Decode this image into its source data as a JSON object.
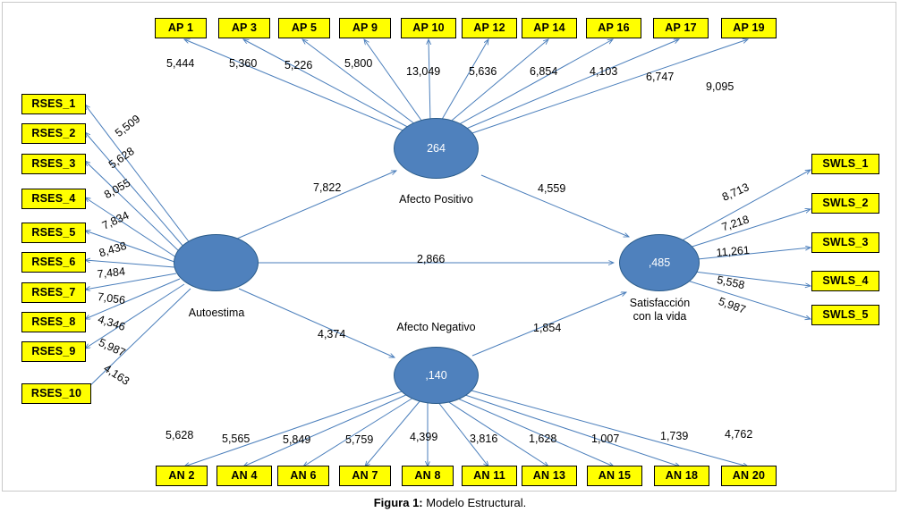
{
  "caption": {
    "prefix": "Figura 1:",
    "text": " Modelo Estructural."
  },
  "colors": {
    "box_fill": "#ffff00",
    "ellipse_fill": "#4f81bd",
    "arrow": "#4a7ebb",
    "border": "#000000"
  },
  "latents": [
    {
      "id": "afecto-positivo",
      "value": "264",
      "label": "Afecto Positivo"
    },
    {
      "id": "autoestima",
      "value": "",
      "label": "Autoestima"
    },
    {
      "id": "afecto-negativo",
      "value": ",140",
      "label": "Afecto Negativo"
    },
    {
      "id": "satisfaccion",
      "value": ",485",
      "label": "Satisfacción\ncon la vida"
    },
    {
      "id": "satisfaccion-line1",
      "value": "Satisfacción"
    },
    {
      "id": "satisfaccion-line2",
      "value": "con la vida"
    }
  ],
  "indicators": {
    "ap": [
      {
        "label": "AP 1",
        "weight": "5,444"
      },
      {
        "label": "AP 3",
        "weight": "5,360"
      },
      {
        "label": "AP 5",
        "weight": "5,226"
      },
      {
        "label": "AP 9",
        "weight": "5,800"
      },
      {
        "label": "AP 10",
        "weight": "13,049"
      },
      {
        "label": "AP 12",
        "weight": "5,636"
      },
      {
        "label": "AP 14",
        "weight": "6,854"
      },
      {
        "label": "AP 16",
        "weight": "4,103"
      },
      {
        "label": "AP 17",
        "weight": "6,747"
      },
      {
        "label": "AP 19",
        "weight": "9,095"
      }
    ],
    "rses": [
      {
        "label": "RSES_1",
        "weight": "5,509"
      },
      {
        "label": "RSES_2",
        "weight": "5,628"
      },
      {
        "label": "RSES_3",
        "weight": "8,055"
      },
      {
        "label": "RSES_4",
        "weight": "7,834"
      },
      {
        "label": "RSES_5",
        "weight": "8,438"
      },
      {
        "label": "RSES_6",
        "weight": "7,484"
      },
      {
        "label": "RSES_7",
        "weight": "7,056"
      },
      {
        "label": "RSES_8",
        "weight": "4,346"
      },
      {
        "label": "RSES_9",
        "weight": "5,987"
      },
      {
        "label": "RSES_10",
        "weight": "4,163"
      }
    ],
    "an": [
      {
        "label": "AN 2",
        "weight": "5,628"
      },
      {
        "label": "AN  4",
        "weight": "5,565"
      },
      {
        "label": "AN 6",
        "weight": "5,849"
      },
      {
        "label": "AN 7",
        "weight": "5,759"
      },
      {
        "label": "AN 8",
        "weight": "4,399"
      },
      {
        "label": "AN 11",
        "weight": "3,816"
      },
      {
        "label": "AN 13",
        "weight": "1,628"
      },
      {
        "label": "AN 15",
        "weight": "1,007"
      },
      {
        "label": "AN 18",
        "weight": "1,739"
      },
      {
        "label": "AN 20",
        "weight": "4,762"
      }
    ],
    "swls": [
      {
        "label": "SWLS_1",
        "weight": "8,713"
      },
      {
        "label": "SWLS_2",
        "weight": "7,218"
      },
      {
        "label": "SWLS_3",
        "weight": "11,261"
      },
      {
        "label": "SWLS_4",
        "weight": "5,558"
      },
      {
        "label": "SWLS_5",
        "weight": "5,987"
      }
    ]
  },
  "structural_paths": [
    {
      "from": "autoestima",
      "to": "afecto-positivo",
      "weight": "7,822"
    },
    {
      "from": "autoestima",
      "to": "satisfaccion",
      "weight": "2,866"
    },
    {
      "from": "autoestima",
      "to": "afecto-negativo",
      "weight": "4,374"
    },
    {
      "from": "afecto-positivo",
      "to": "satisfaccion",
      "weight": "4,559"
    },
    {
      "from": "afecto-negativo",
      "to": "satisfaccion",
      "weight": "1,854"
    }
  ]
}
